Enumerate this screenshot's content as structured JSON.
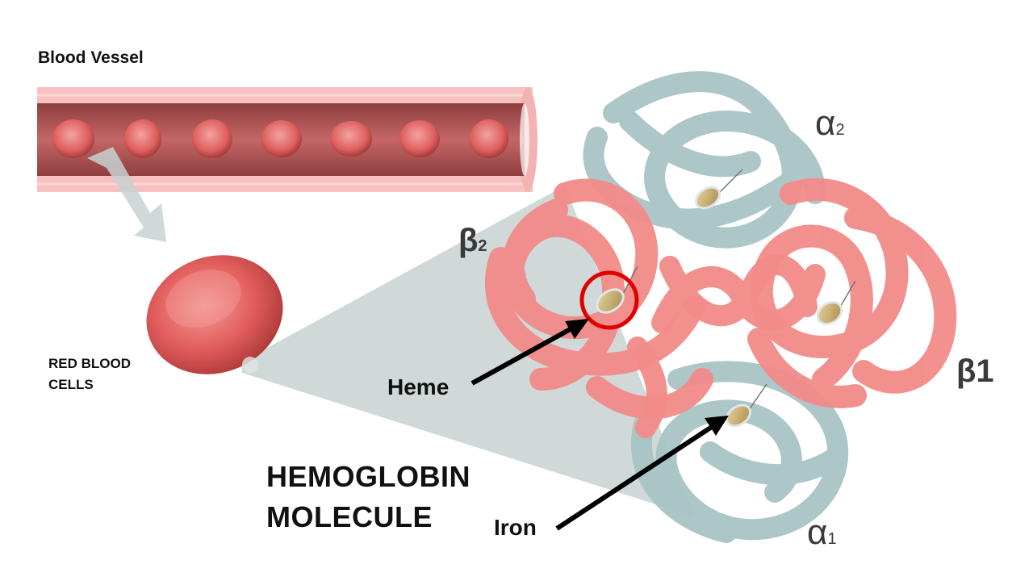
{
  "labels": {
    "blood_vessel": "Blood Vessel",
    "red_blood_cells_line1": "RED BLOOD",
    "red_blood_cells_line2": "CELLS",
    "hemoglobin_line1": "HEMOGLOBIN",
    "hemoglobin_line2": "MOLECULE",
    "heme": "Heme",
    "iron": "Iron"
  },
  "subunits": {
    "alpha2": {
      "symbol": "α",
      "index": "2"
    },
    "alpha1": {
      "symbol": "α",
      "index": "1"
    },
    "beta2": {
      "symbol": "β",
      "index": "2"
    },
    "beta1": {
      "symbol": "β",
      "index": "1"
    }
  },
  "colors": {
    "vessel_outer": "#f6c1c0",
    "vessel_lumen": "#b25656",
    "rbc": "#e4605f",
    "alpha_chain": "#a9c4c6",
    "beta_chain": "#f28b89",
    "heme_disc": "#c9b27a",
    "highlight_ring": "#e00000",
    "zoom_cone": "#c8d1d1"
  }
}
